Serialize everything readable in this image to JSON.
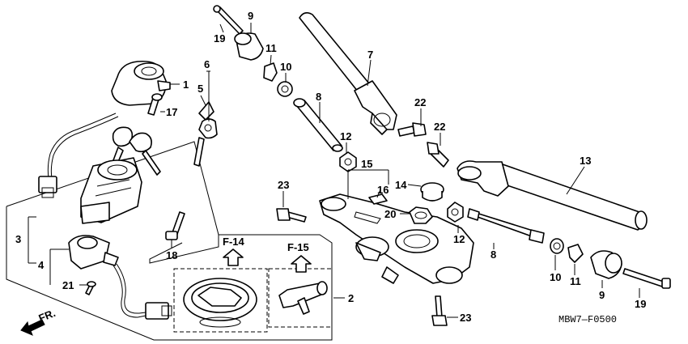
{
  "diagram": {
    "figure_code": "MBW7—F0500",
    "direction_label": "FR.",
    "callouts": {
      "c1": "1",
      "c2": "2",
      "c3": "3",
      "c4": "4",
      "c5": "5",
      "c6": "6",
      "c7": "7",
      "c8a": "8",
      "c8b": "8",
      "c9a": "9",
      "c9b": "9",
      "c10a": "10",
      "c10b": "10",
      "c11a": "11",
      "c11b": "11",
      "c12a": "12",
      "c12b": "12",
      "c13": "13",
      "c14": "14",
      "c15": "15",
      "c16": "16",
      "c17": "17",
      "c18": "18",
      "c19a": "19",
      "c19b": "19",
      "c20": "20",
      "c21": "21",
      "c22a": "22",
      "c22b": "22",
      "c23a": "23",
      "c23b": "23"
    },
    "frame_refs": {
      "f14": "F-14",
      "f15": "F-15"
    }
  }
}
